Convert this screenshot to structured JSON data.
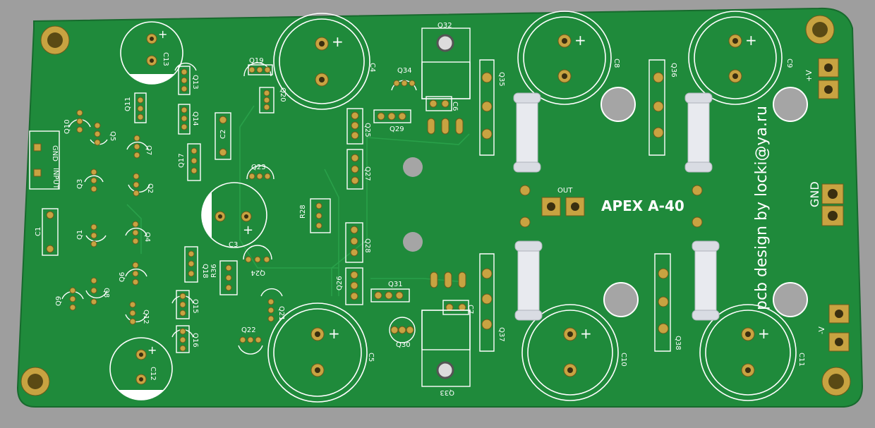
{
  "board": {
    "title": "APEX A-40",
    "credit": "pcb design by locki@ya.ru",
    "colors": {
      "board": "#1f8a3b",
      "silk": "#ffffff",
      "pad": "#c8a341",
      "background": "#9e9e9e"
    }
  },
  "connectors": {
    "gnd_input": [
      "GND",
      "INPUT"
    ],
    "out": "OUT",
    "gnd": "GND",
    "plus_v": "+V",
    "minus_v": "-V"
  },
  "components": {
    "C13": "C13",
    "C12": "C12",
    "C4": "C4",
    "C5": "C5",
    "C8": "C8",
    "C9": "C9",
    "C10": "C10",
    "C11": "C11",
    "C3": "C3",
    "C2": "C2",
    "C1": "C1",
    "C6": "C6",
    "C7": "C7",
    "Q19": "Q19",
    "Q20": "Q20",
    "Q34": "Q34",
    "Q32": "Q32",
    "Q35": "Q35",
    "Q36": "Q36",
    "Q13": "Q13",
    "Q14": "Q14",
    "Q17": "Q17",
    "Q11": "Q11",
    "Q10": "Q10",
    "Q5": "Q5",
    "Q7": "Q7",
    "Q3": "Q3",
    "Q2": "Q2",
    "Q1": "Q1",
    "Q4": "Q4",
    "Q9": "Q9",
    "Q8": "Q8",
    "Q6": "Q6",
    "Q12": "Q12",
    "Q15": "Q15",
    "Q16": "Q16",
    "Q18": "Q18",
    "R36": "R36",
    "Q24": "Q24",
    "Q21": "Q21",
    "Q22": "Q22",
    "Q23": "Q23",
    "R28": "R28",
    "Q25": "Q25",
    "Q29": "Q29",
    "Q27": "Q27",
    "Q28": "Q28",
    "Q26": "Q26",
    "Q31": "Q31",
    "Q30": "Q30",
    "Q33": "Q33",
    "Q37": "Q37",
    "Q38": "Q38"
  },
  "polarity_marks": {
    "plus": "+"
  }
}
